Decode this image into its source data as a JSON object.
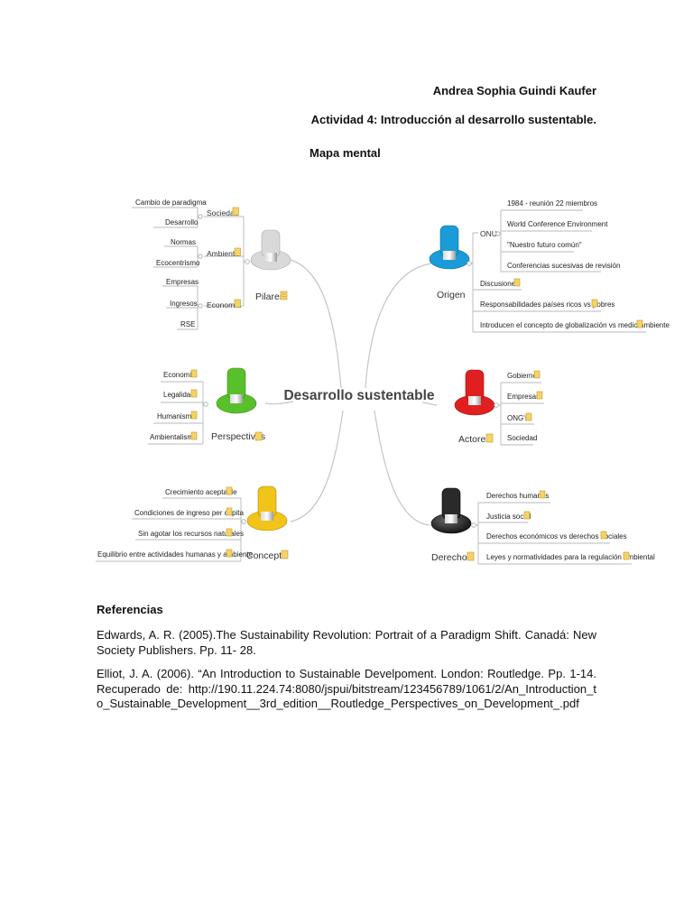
{
  "header": {
    "author": "Andrea Sophia Guindi Kaufer",
    "activity": "Actividad 4: Introducción al desarrollo sustentable.",
    "subtitle": "Mapa mental"
  },
  "mindmap": {
    "center": "Desarrollo sustentable",
    "pilares": {
      "label": "Pilares",
      "color": "#d9d9d9",
      "sociedad": {
        "label": "Sociedad",
        "items": [
          "Cambio de paradigma",
          "Desarrollo"
        ]
      },
      "ambiente": {
        "label": "Ambiente",
        "items": [
          "Normas",
          "Ecocentrismo"
        ]
      },
      "economia": {
        "label": "Economía",
        "items": [
          "Empresas",
          "Ingresos",
          "RSE"
        ]
      }
    },
    "perspectivas": {
      "label": "Perspectivas",
      "color": "#58c02a",
      "items": [
        "Economía",
        "Legalidad",
        "Humanismo",
        "Ambientalismo"
      ]
    },
    "concepto": {
      "label": "Concepto",
      "color": "#f0c419",
      "items": [
        "Crecimiento aceptable",
        "Condiciones de ingreso per cápita",
        "Sin agotar los recursos naturales",
        "Equilibrio entre actividades humanas y ambiente"
      ]
    },
    "origen": {
      "label": "Origen",
      "color": "#1b9bd8",
      "onu": {
        "label": "ONU",
        "items": [
          "1984 - reunión 22 miembros",
          "World Conference Environment",
          "\"Nuestro futuro común\"",
          "Conferencias sucesivas de revisión"
        ]
      },
      "items": [
        "Discusiones",
        "Responsabilidades países ricos vs pobres",
        "Introducen el concepto de globalización vs medio ambiente"
      ]
    },
    "actores": {
      "label": "Actores",
      "color": "#e02020",
      "items": [
        "Gobierno",
        "Empresas",
        "ONG's",
        "Sociedad"
      ]
    },
    "derechos": {
      "label": "Derechos",
      "color": "#2a2a2a",
      "items": [
        "Derechos humanos",
        "Justicia social",
        "Derechos económicos vs derechos sociales",
        "Leyes y normatividades para la regulación ambiental"
      ]
    }
  },
  "references": {
    "title": "Referencias",
    "items": [
      "Edwards, A. R. (2005).The Sustainability Revolution: Portrait of a Paradigm Shift. Canadá: New Society Publishers. Pp. 11- 28.",
      "Elliot, J. A. (2006). “An Introduction to Sustainable Develpoment. London: Routledge. Pp. 1-14. Recuperado de: http://190.11.224.74:8080/jspui/bitstream/123456789/1061/2/An_Introduction_to_Sustainable_Development__3rd_edition__Routledge_Perspectives_on_Development_.pdf"
    ]
  }
}
